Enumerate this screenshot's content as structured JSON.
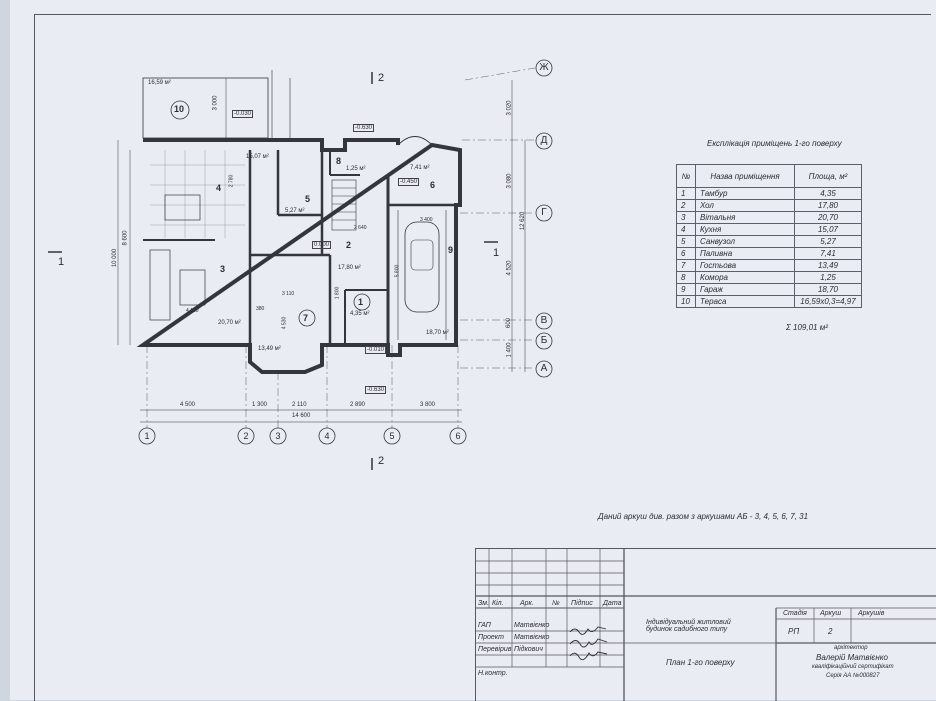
{
  "plan": {
    "section_marks": {
      "top": "2",
      "bottom": "2",
      "left": "1",
      "right": "1"
    },
    "grid_bottom": [
      "1",
      "2",
      "3",
      "4",
      "5",
      "6"
    ],
    "grid_right": [
      "Ж",
      "Д",
      "Г",
      "В",
      "Б",
      "А"
    ],
    "dims_bottom": [
      "4 500",
      "1 300",
      "2 110",
      "2 890",
      "3 800"
    ],
    "dim_total_bottom": "14 600",
    "dims_right": [
      "3 020",
      "3 080",
      "4 520",
      "600",
      "1 400"
    ],
    "dim_total_right": "12 620",
    "dim_left_outer": "10 000",
    "dim_left_inner": "8 600",
    "levels": [
      "-0.030",
      "-0.630",
      "-0.450",
      "-0.010",
      "0.000",
      "-0.630"
    ],
    "terrace_dim": "3 000",
    "room_numbers": [
      "10",
      "4",
      "5",
      "8",
      "6",
      "3",
      "2",
      "1",
      "7",
      "9"
    ],
    "room_areas": [
      "16,59 м²",
      "15,07 м²",
      "5,27 м²",
      "1,25 м²",
      "7,41 м²",
      "20,70 м²",
      "17,80 м²",
      "4,35 м²",
      "13,49 м²",
      "18,70 м²"
    ],
    "inner_dims": [
      "2 780",
      "4 120",
      "3 110",
      "4 530",
      "3 400",
      "5 800",
      "1 800",
      "2 640",
      "380"
    ]
  },
  "explication": {
    "title": "Експлікація приміщень 1-го поверху",
    "headers": [
      "№",
      "Назва приміщення",
      "Площа, м²"
    ],
    "rows": [
      [
        "1",
        "Тамбур",
        "4,35"
      ],
      [
        "2",
        "Хол",
        "17,80"
      ],
      [
        "3",
        "Вітальня",
        "20,70"
      ],
      [
        "4",
        "Кухня",
        "15,07"
      ],
      [
        "5",
        "Санвузол",
        "5,27"
      ],
      [
        "6",
        "Паливна",
        "7,41"
      ],
      [
        "7",
        "Гостьова",
        "13,49"
      ],
      [
        "8",
        "Комора",
        "1,25"
      ],
      [
        "9",
        "Гараж",
        "18,70"
      ],
      [
        "10",
        "Тераса",
        "16,59х0,3=4,97"
      ]
    ],
    "total": "Σ 109,01 м²"
  },
  "note": "Даний аркуш див. разом з аркушами АБ - 3, 4, 5, 6, 7, 31",
  "title_block": {
    "col_headers": [
      "Зм.",
      "Кіл.",
      "Арк.",
      "№",
      "Підпис",
      "Дата"
    ],
    "roles": [
      {
        "role": "ГАП",
        "name": "Матвієнко"
      },
      {
        "role": "Проект",
        "name": "Матвієнко"
      },
      {
        "role": "Перевірив",
        "name": "Підкович"
      },
      {
        "role": "Н.контр.",
        "name": ""
      }
    ],
    "project_title": "Індивідуальний житловий будинок садибного типу",
    "sheet_title": "План 1-го поверху",
    "stage_headers": [
      "Стадія",
      "Аркуш",
      "Аркушів"
    ],
    "stage_values": [
      "РП",
      "2",
      ""
    ],
    "architect_role": "архітектор",
    "architect_name": "Валерій Матвієнко",
    "certificate": "кваліфікаційний сертифікат",
    "series": "Серія АА №000827"
  }
}
